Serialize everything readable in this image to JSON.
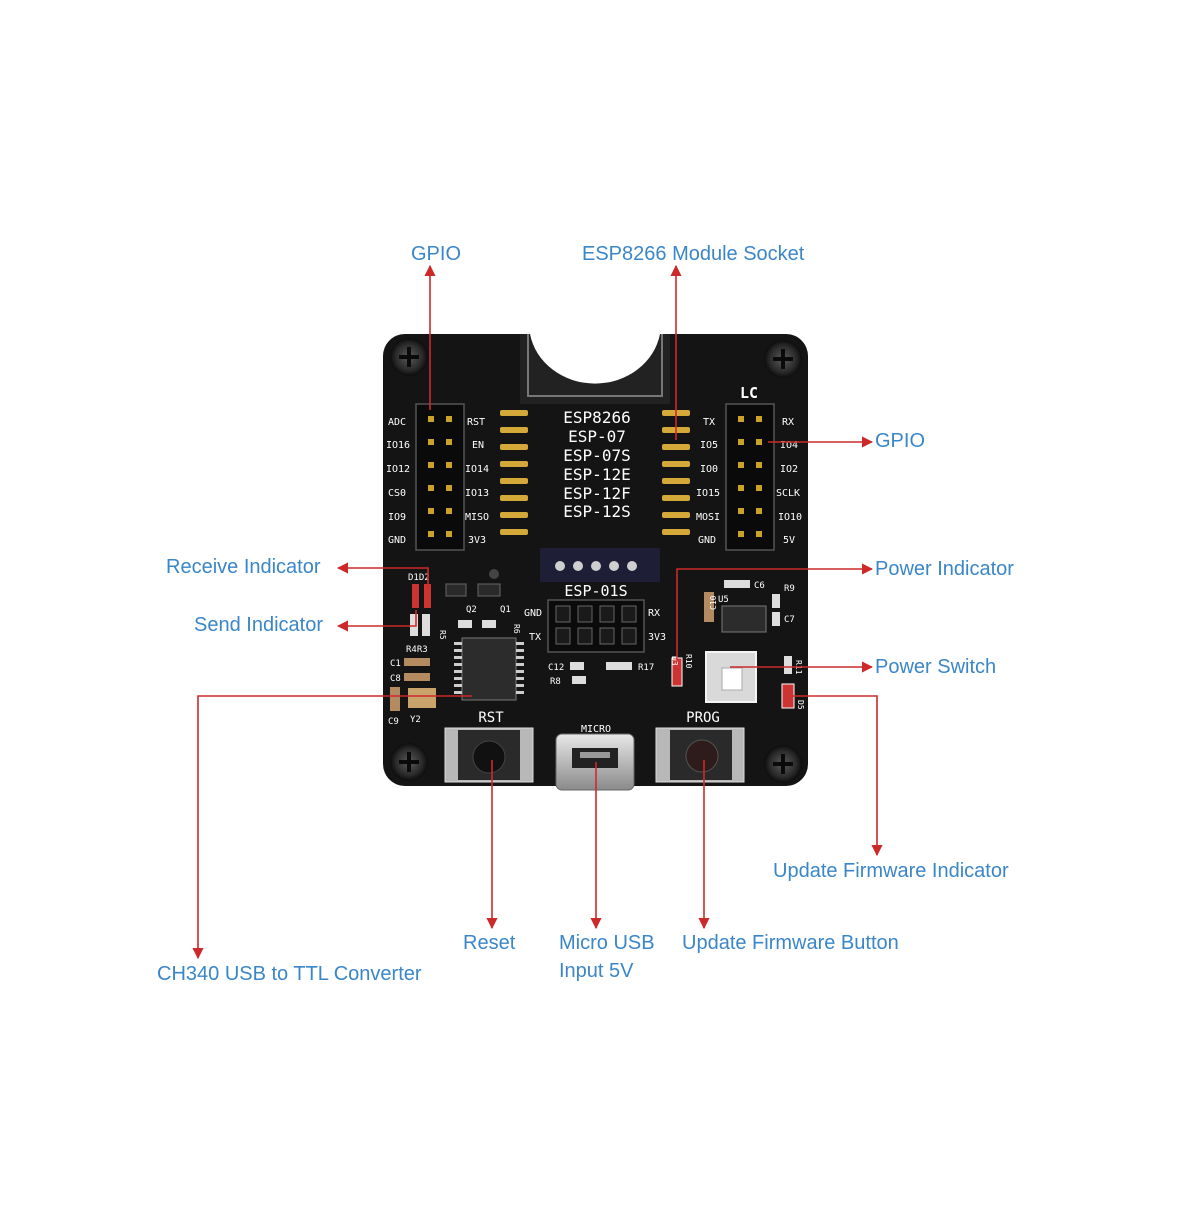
{
  "callouts": {
    "gpio_top": "GPIO",
    "module_socket": "ESP8266 Module Socket",
    "gpio_right": "GPIO",
    "receive_indicator": "Receive Indicator",
    "send_indicator": "Send Indicator",
    "power_indicator": "Power Indicator",
    "power_switch": "Power Switch",
    "update_fw_indicator": "Update Firmware Indicator",
    "reset": "Reset",
    "micro_usb_line1": "Micro USB",
    "micro_usb_line2": "Input 5V",
    "update_fw_button": "Update Firmware Button",
    "ch340": "CH340 USB to TTL Converter"
  },
  "board": {
    "brand": "LC",
    "modules": [
      "ESP8266",
      "ESP-07",
      "ESP-07S",
      "ESP-12E",
      "ESP-12F",
      "ESP-12S"
    ],
    "esp01s": "ESP-01S",
    "left_header_outer": [
      "ADC",
      "IO16",
      "IO12",
      "CS0",
      "IO9",
      "GND"
    ],
    "left_header_inner": [
      "RST",
      "EN",
      "IO14",
      "IO13",
      "MISO",
      "3V3"
    ],
    "right_header_inner": [
      "TX",
      "IO5",
      "IO0",
      "IO15",
      "MOSI",
      "GND"
    ],
    "right_header_outer": [
      "RX",
      "IO4",
      "IO2",
      "SCLK",
      "IO10",
      "5V"
    ],
    "esp01_pins": [
      "GND",
      "RX",
      "TX",
      "3V3"
    ],
    "buttons": {
      "rst": "RST",
      "prog": "PROG",
      "micro": "MICRO"
    },
    "refs": {
      "d1d2": "D1D2",
      "r4r3": "R4R3",
      "c1": "C1",
      "c8": "C8",
      "c9": "C9",
      "y2": "Y2",
      "q2": "Q2",
      "q1": "Q1",
      "r5": "R5",
      "r6": "R6",
      "c12": "C12",
      "r8": "R8",
      "r17": "R17",
      "c6": "C6",
      "r9": "R9",
      "u5": "U5",
      "c10": "C10",
      "c7": "C7",
      "d3": "D3",
      "r10": "R10",
      "r11": "R11",
      "d5": "D5"
    }
  },
  "colors": {
    "label": "#3a86c8",
    "arrow": "#cc2a2a",
    "pcb": "#141414",
    "silkscreen": "#ffffff"
  }
}
